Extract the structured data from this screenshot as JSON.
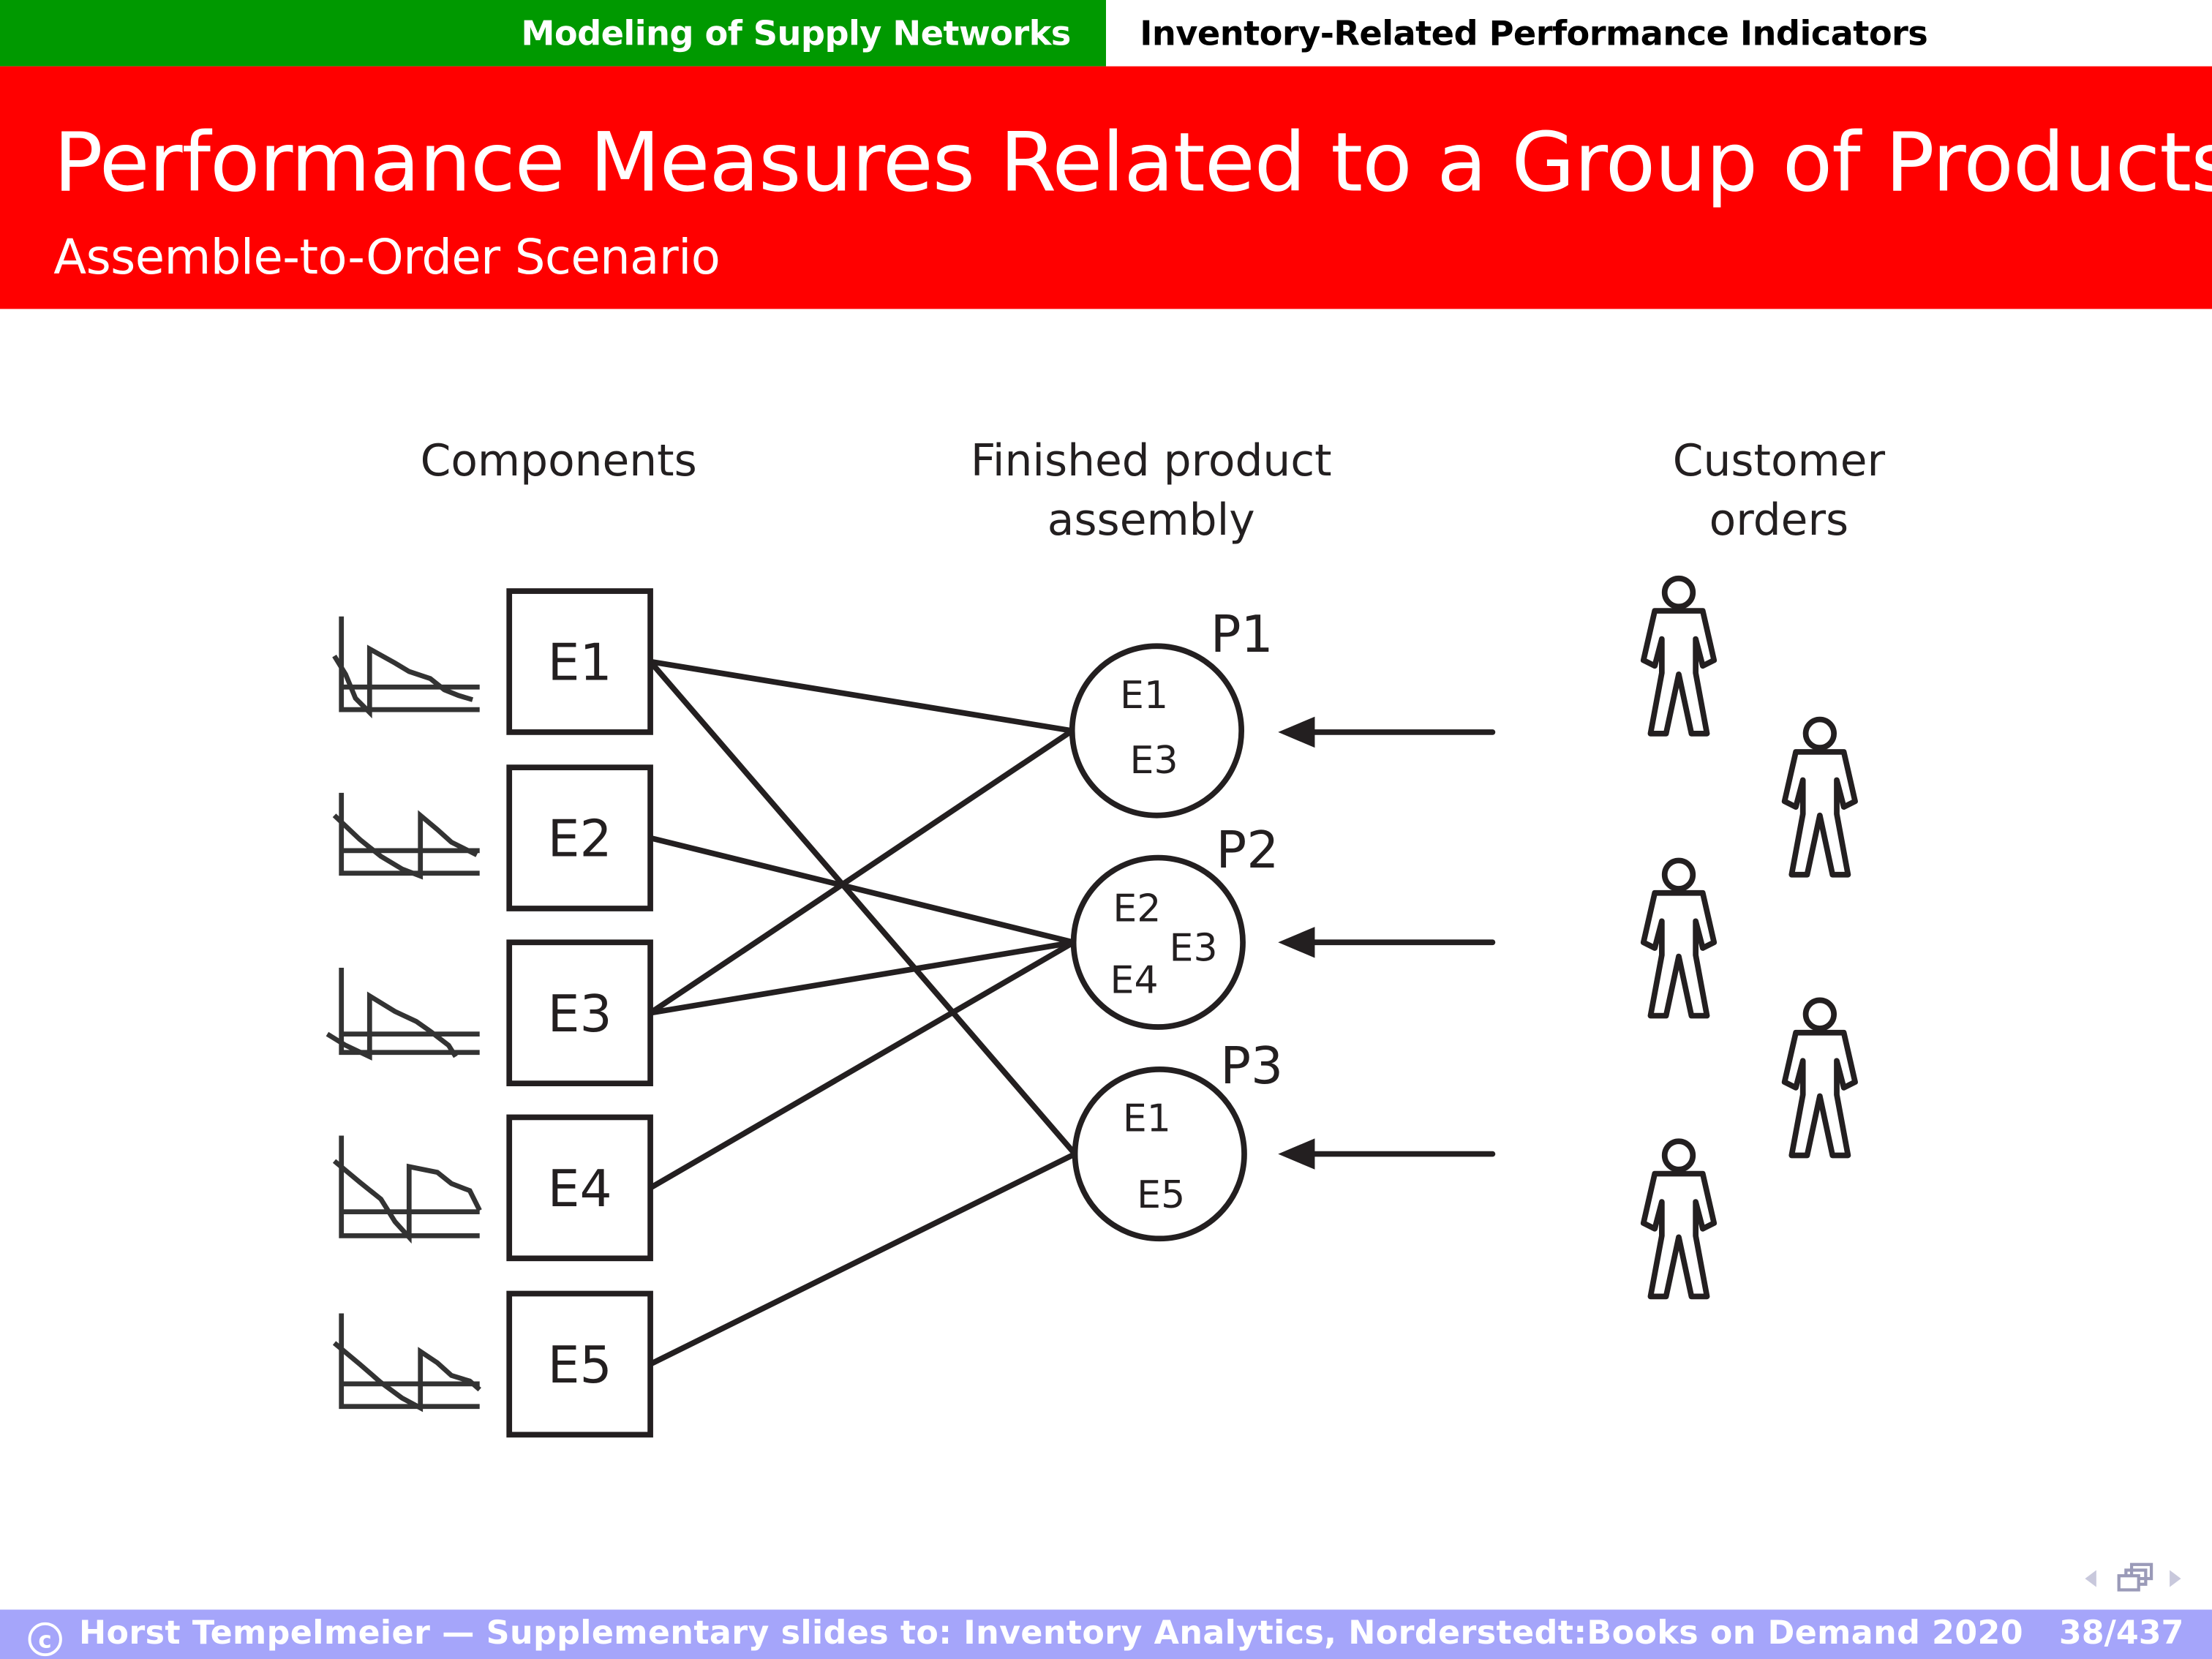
{
  "header": {
    "section": "Modeling of Supply Networks",
    "subsection": "Inventory-Related Performance Indicators",
    "colors": {
      "section_bg": "#009900",
      "title_bg": "#ff0000",
      "footer_bg": "#a5a5fa"
    }
  },
  "title": {
    "main": "Performance Measures Related to a Group of Products",
    "sub": "Assemble-to-Order Scenario"
  },
  "diagram": {
    "columns": {
      "components": "Components",
      "assembly_line1": "Finished product",
      "assembly_line2": "assembly",
      "orders_line1": "Customer",
      "orders_line2": "orders"
    },
    "components": [
      {
        "id": "E1",
        "label": "E1",
        "icon": "inventory-sawtooth-chart-icon"
      },
      {
        "id": "E2",
        "label": "E2",
        "icon": "inventory-sawtooth-chart-icon"
      },
      {
        "id": "E3",
        "label": "E3",
        "icon": "inventory-sawtooth-chart-icon"
      },
      {
        "id": "E4",
        "label": "E4",
        "icon": "inventory-sawtooth-chart-icon"
      },
      {
        "id": "E5",
        "label": "E5",
        "icon": "inventory-sawtooth-chart-icon"
      }
    ],
    "products": [
      {
        "id": "P1",
        "label": "P1",
        "contains": [
          "E1",
          "E3"
        ]
      },
      {
        "id": "P2",
        "label": "P2",
        "contains": [
          "E2",
          "E3",
          "E4"
        ]
      },
      {
        "id": "P3",
        "label": "P3",
        "contains": [
          "E1",
          "E5"
        ]
      }
    ],
    "edges": [
      [
        "E1",
        "P1"
      ],
      [
        "E1",
        "P3"
      ],
      [
        "E2",
        "P2"
      ],
      [
        "E3",
        "P1"
      ],
      [
        "E3",
        "P2"
      ],
      [
        "E4",
        "P2"
      ],
      [
        "E5",
        "P3"
      ]
    ],
    "customers": 5,
    "order_arrows": 3
  },
  "footer": {
    "copyright_symbol": "c",
    "text": "Horst Tempelmeier — Supplementary slides to: Inventory Analytics, Norderstedt:Books on Demand 2020",
    "page": "38/437"
  }
}
